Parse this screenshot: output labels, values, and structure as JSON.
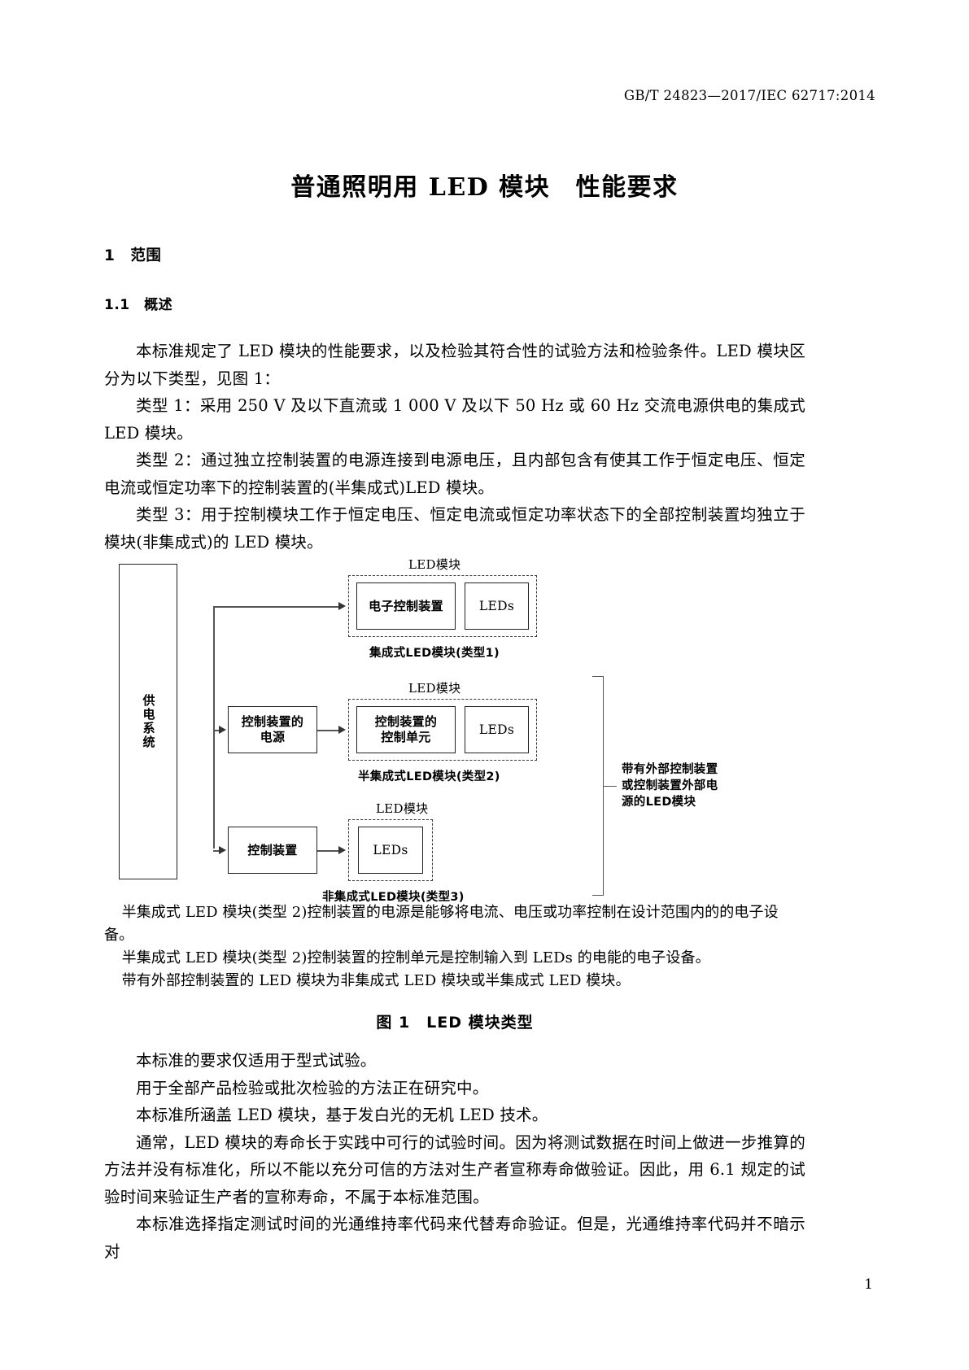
{
  "header": {
    "standard_code": "GB/T 24823—2017/IEC 62717:2014"
  },
  "title": "普通照明用 LED 模块　性能要求",
  "sections": {
    "s1_number_and_name": "1　范围",
    "s1_1_number_and_name": "1.1　概述"
  },
  "paragraphs": {
    "p1": "本标准规定了 LED 模块的性能要求，以及检验其符合性的试验方法和检验条件。LED 模块区分为以下类型，见图 1：",
    "p2": "类型 1：采用 250 V 及以下直流或 1 000 V 及以下 50 Hz 或 60 Hz 交流电源供电的集成式 LED 模块。",
    "p3": "类型 2：通过独立控制装置的电源连接到电源电压，且内部包含有使其工作于恒定电压、恒定电流或恒定功率下的控制装置的(半集成式)LED 模块。",
    "p4": "类型 3：用于控制模块工作于恒定电压、恒定电流或恒定功率状态下的全部控制装置均独立于模块(非集成式)的 LED 模块。",
    "p5": "本标准的要求仅适用于型式试验。",
    "p6": "用于全部产品检验或批次检验的方法正在研究中。",
    "p7": "本标准所涵盖 LED 模块，基于发白光的无机 LED 技术。",
    "p8": "通常，LED 模块的寿命长于实践中可行的试验时间。因为将测试数据在时间上做进一步推算的方法并没有标准化，所以不能以充分可信的方法对生产者宣称寿命做验证。因此，用 6.1 规定的试验时间来验证生产者的宣称寿命，不属于本标准范围。",
    "p9": "本标准选择指定测试时间的光通维持率代码来代替寿命验证。但是，光通维持率代码并不暗示对"
  },
  "figure_notes": {
    "note1": "半集成式 LED 模块(类型 2)控制装置的电源是能够将电流、电压或功率控制在设计范围内的的电子设备。",
    "note2": "半集成式 LED 模块(类型 2)控制装置的控制单元是控制输入到 LEDs 的电能的电子设备。",
    "note3": "带有外部控制装置的 LED 模块为非集成式 LED 模块或半集成式 LED 模块。"
  },
  "figure": {
    "caption": "图 1　LED 模块类型",
    "supply_box": "供电系统",
    "rows": {
      "row1": {
        "module_label": "LED模块",
        "box_a": "电子控制装置",
        "box_b": "LEDs",
        "type_caption": "集成式LED模块(类型1)"
      },
      "row2": {
        "module_label": "LED模块",
        "external_box": "控制装置的\n电源",
        "box_a": "控制装置的\n控制单元",
        "box_b": "LEDs",
        "type_caption": "半集成式LED模块(类型2)"
      },
      "row3": {
        "module_label": "LED模块",
        "external_box": "控制装置",
        "box_b": "LEDs",
        "type_caption": "非集成式LED模块(类型3)"
      }
    },
    "bracket_label": "带有外部控制装置或控制装置外部电源的LED模块"
  },
  "page_number": "1"
}
